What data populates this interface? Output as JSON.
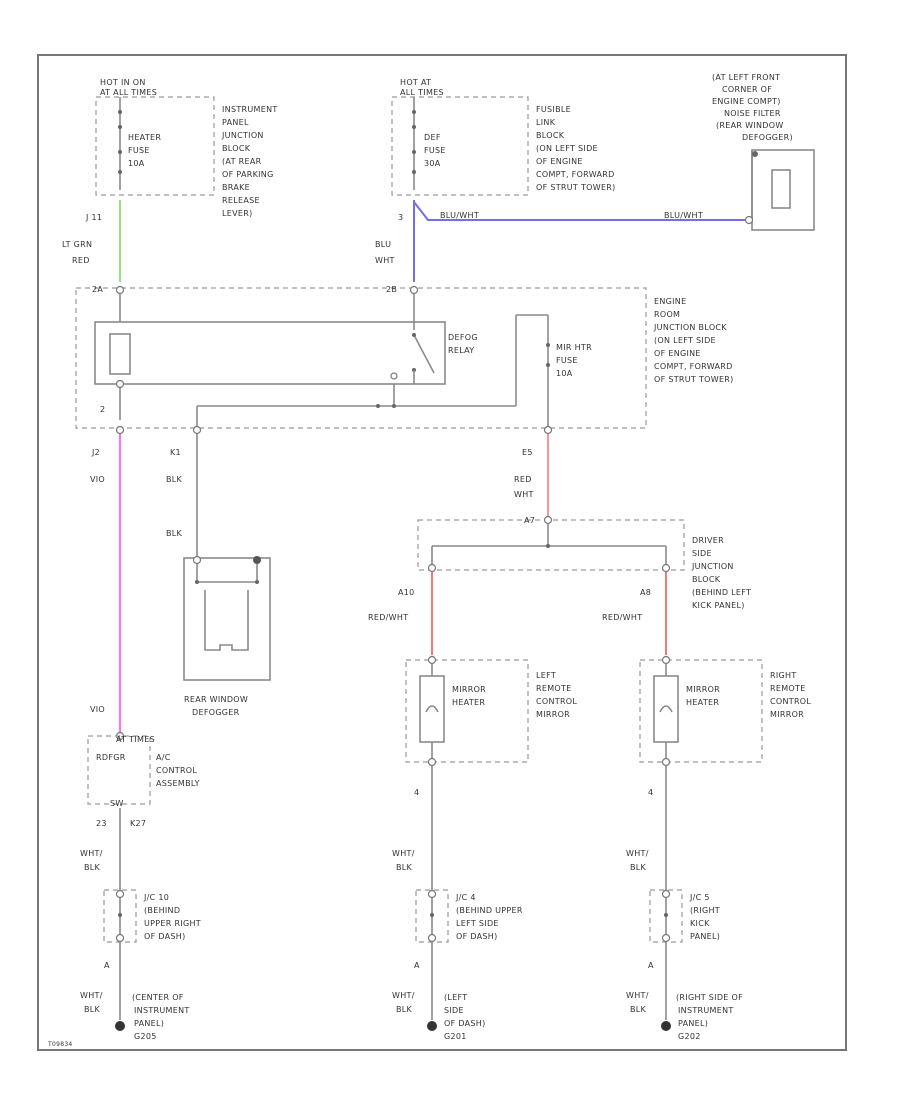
{
  "colors": {
    "lt_grn_red": "#99e07a",
    "blu_wht": "#6f6fe8",
    "vio": "#f07af0",
    "red_wht": "#f29a9a",
    "red_wht_dark": "#f07a7a"
  },
  "top": {
    "hot_in_on": "HOT IN ON",
    "hot_at_all_times_left": "AT ALL TIMES",
    "hot_at": "HOT AT",
    "all_times": "ALL TIMES",
    "heater_fuse": [
      "HEATER",
      "FUSE",
      "10A"
    ],
    "ipjb": [
      "INSTRUMENT",
      "PANEL",
      "JUNCTION",
      "BLOCK",
      "(AT REAR",
      "OF PARKING",
      "BRAKE",
      "RELEASE",
      "LEVER)"
    ],
    "def_fuse": [
      "DEF",
      "FUSE",
      "30A"
    ],
    "fusible_link": [
      "FUSIBLE",
      "LINK",
      "BLOCK",
      "(ON LEFT SIDE",
      "OF ENGINE",
      "COMPT, FORWARD",
      "OF STRUT TOWER)"
    ],
    "noise_filter_loc": [
      "(AT LEFT FRONT",
      "CORNER OF",
      "ENGINE COMPT)",
      "NOISE FILTER",
      "(REAR WINDOW",
      "DEFOGGER)"
    ]
  },
  "wires": {
    "j_11": "J 11",
    "lt_grn": "LT GRN",
    "red": "RED",
    "pin_3": "3",
    "blu_wht_a": "BLU/WHT",
    "blu_wht_b": "BLU/WHT",
    "blu": "BLU",
    "wht": "WHT",
    "pin_2a": "2A",
    "pin_2b": "2B",
    "pin_2": "2",
    "j2": "J2",
    "vio_a": "VIO",
    "vio_b": "VIO",
    "pin_k1": "K1",
    "blk_a": "BLK",
    "blk_b": "BLK",
    "pin_e5": "E5",
    "red_w": "RED",
    "wht_w": "WHT",
    "pin_a7": "A7",
    "pin_a10": "A10",
    "pin_a8": "A8",
    "red_wht_l": "RED/WHT",
    "red_wht_r": "RED/WHT",
    "pin_4l": "4",
    "pin_4r": "4",
    "pin_a_c": "23",
    "pin_k27": "K27",
    "wht_blk_1": "WHT/",
    "blk_1": "BLK",
    "wht_blk_2": "WHT/",
    "blk_2": "BLK",
    "wht_blk_3": "WHT/",
    "blk_3": "BLK",
    "pin_a1": "A",
    "pin_a2": "A",
    "pin_a3": "A",
    "wht_blk_4": "WHT/",
    "blk_4": "BLK",
    "wht_blk_5": "WHT/",
    "blk_5": "BLK",
    "wht_blk_6": "WHT/",
    "blk_6": "BLK"
  },
  "erjb": {
    "defog_relay": [
      "DEFOG",
      "RELAY"
    ],
    "mir_htr_fuse": [
      "MIR HTR",
      "FUSE",
      "10A"
    ],
    "label": [
      "ENGINE",
      "ROOM",
      "JUNCTION BLOCK",
      "(ON LEFT SIDE",
      "OF ENGINE",
      "COMPT, FORWARD",
      "OF STRUT TOWER)"
    ]
  },
  "rear_defogger": {
    "label": [
      "REAR WINDOW",
      "DEFOGGER"
    ]
  },
  "driver_jb": {
    "label": [
      "DRIVER",
      "SIDE",
      "JUNCTION",
      "BLOCK",
      "(BEHIND LEFT",
      "KICK PANEL)"
    ]
  },
  "left_mirror": {
    "heater": [
      "MIRROR",
      "HEATER"
    ],
    "label": [
      "LEFT",
      "REMOTE",
      "CONTROL",
      "MIRROR"
    ]
  },
  "right_mirror": {
    "heater": [
      "MIRROR",
      "HEATER"
    ],
    "label": [
      "RIGHT",
      "REMOTE",
      "CONTROL",
      "MIRROR"
    ]
  },
  "ac": {
    "at_times": "AT TIMES",
    "rdfgr": "RDFGR",
    "label": [
      "A/C",
      "CONTROL",
      "ASSEMBLY"
    ],
    "sw": "SW"
  },
  "jc": {
    "j10": [
      "J/C 10",
      "(BEHIND",
      "UPPER RIGHT",
      "OF DASH)"
    ],
    "j4": [
      "J/C 4",
      "(BEHIND UPPER",
      "LEFT SIDE",
      "OF DASH)"
    ],
    "j5": [
      "J/C 5",
      "(RIGHT",
      "KICK",
      "PANEL)"
    ]
  },
  "grounds": {
    "g1": [
      "(CENTER OF",
      "INSTRUMENT",
      "PANEL)",
      "G205"
    ],
    "g2": [
      "(LEFT",
      "SIDE",
      "OF DASH)",
      "G201"
    ],
    "g3": [
      "(RIGHT SIDE OF",
      "INSTRUMENT",
      "PANEL)",
      "G202"
    ]
  },
  "footer": {
    "code": "T09834"
  }
}
